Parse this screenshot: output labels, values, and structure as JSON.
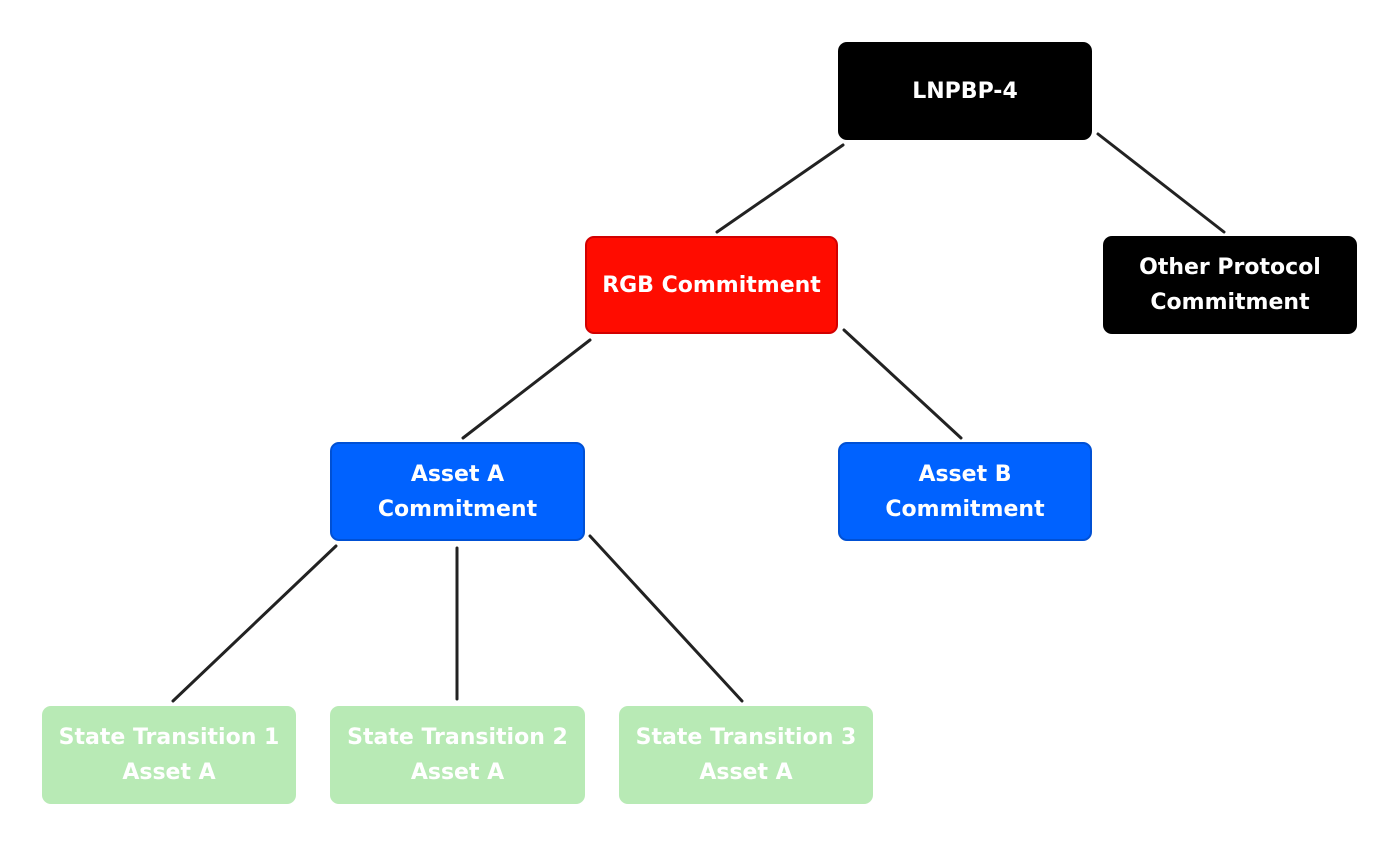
{
  "colors": {
    "root": "#000000",
    "rgb": "#ff0c00",
    "other": "#000000",
    "asset": "#0062ff",
    "state_transition": "#b8eab5",
    "connector": "#222222",
    "text_light": "#ffffff"
  },
  "nodes": {
    "lnpbp4": {
      "label": "LNPBP-4"
    },
    "rgb_commitment": {
      "label": "RGB Commitment"
    },
    "other_protocol": {
      "label": "Other Protocol\nCommitment"
    },
    "asset_a": {
      "label": "Asset A\nCommitment"
    },
    "asset_b": {
      "label": "Asset B\nCommitment"
    },
    "state_transition_1": {
      "label": "State Transition 1\nAsset A"
    },
    "state_transition_2": {
      "label": "State Transition 2\nAsset A"
    },
    "state_transition_3": {
      "label": "State Transition 3\nAsset A"
    }
  },
  "edges": [
    {
      "from": "lnpbp4",
      "to": "rgb_commitment"
    },
    {
      "from": "lnpbp4",
      "to": "other_protocol"
    },
    {
      "from": "rgb_commitment",
      "to": "asset_a"
    },
    {
      "from": "rgb_commitment",
      "to": "asset_b"
    },
    {
      "from": "asset_a",
      "to": "state_transition_1"
    },
    {
      "from": "asset_a",
      "to": "state_transition_2"
    },
    {
      "from": "asset_a",
      "to": "state_transition_3"
    }
  ]
}
